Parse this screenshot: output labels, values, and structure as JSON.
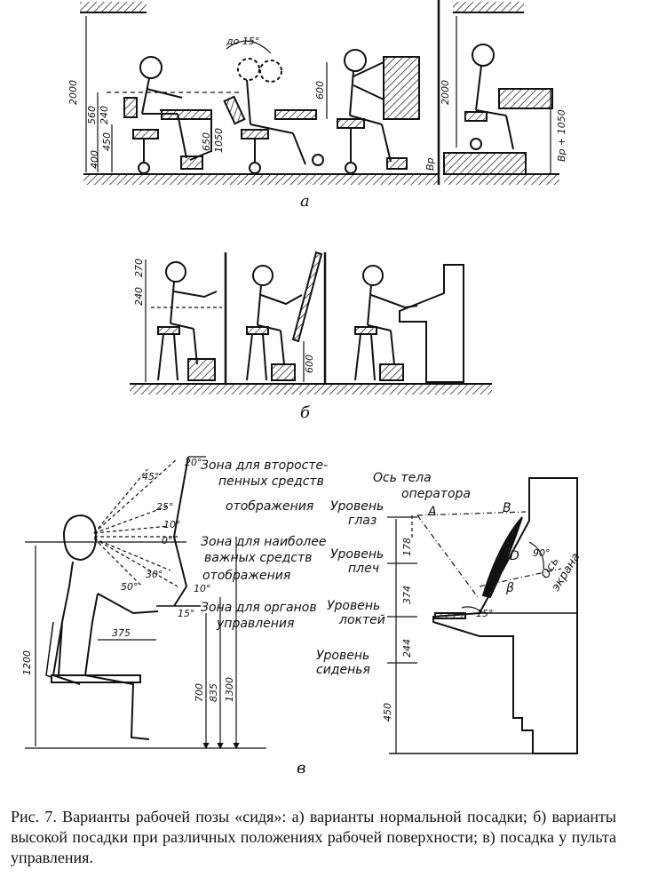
{
  "panel_a": {
    "letter": "а",
    "dims": [
      "2000",
      "560",
      "240",
      "400",
      "450",
      "650",
      "1050",
      "600",
      "2000",
      "Вр",
      "Вр + 1050"
    ],
    "angle": "до 15°"
  },
  "panel_b": {
    "letter": "б",
    "dims": [
      "240",
      "270",
      "600"
    ]
  },
  "panel_c": {
    "letter": "в",
    "angles": [
      "45°",
      "20°",
      "25°",
      "10°",
      "0°",
      "30°",
      "50°",
      "10°",
      "15°"
    ],
    "zones": {
      "secondary_1": "Зона для второсте-",
      "secondary_2": "пенных средств",
      "secondary_3": "отображения",
      "important_1": "Зона для наиболее",
      "important_2": "важных средств",
      "important_3": "отображения",
      "controls_1": "Зона для органов",
      "controls_2": "управления"
    },
    "dims": [
      "375",
      "1200",
      "700",
      "835",
      "1300"
    ]
  },
  "panel_d": {
    "axis_body_1": "Ось тела",
    "axis_body_2": "оператора",
    "levels": {
      "eyes_1": "Уровень",
      "eyes_2": "глаз",
      "shoulders_1": "Уровень",
      "shoulders_2": "плеч",
      "elbows_1": "Уровень",
      "elbows_2": "локтей",
      "seat_1": "Уровень",
      "seat_2": "сиденья"
    },
    "dims": [
      "178",
      "374",
      "244",
      "450"
    ],
    "points": [
      "А",
      "В",
      "D",
      "β"
    ],
    "angles": [
      "90°",
      "15°"
    ],
    "axis_screen_1": "Ось",
    "axis_screen_2": "экрана"
  },
  "caption": "Рис. 7. Варианты рабочей позы «сидя»: а) варианты нормальной посадки; б) варианты высокой посадки при различных положениях рабочей поверхности; в) посадка у пульта управления."
}
